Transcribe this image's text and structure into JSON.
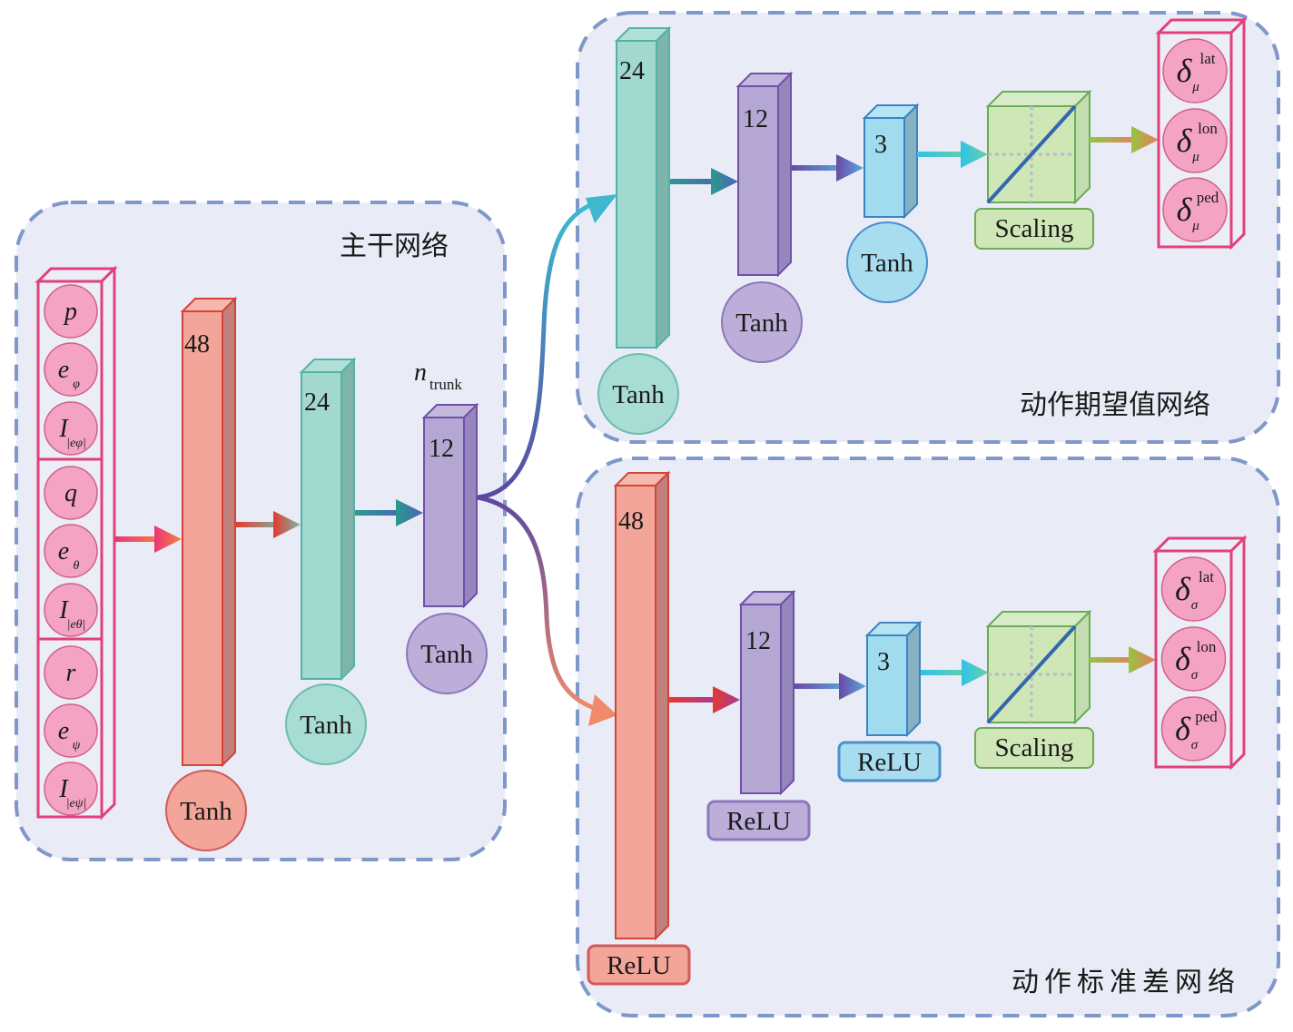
{
  "title": "Actor network architecture: trunk network with mean and standard deviation heads",
  "colors": {
    "panel_fill": "#e9ecf6",
    "panel_border": "#7f97c9",
    "pink_node": "#f4a4c2",
    "pink_border": "#e2407a",
    "salmon": "#f4a59a",
    "teal": "#a1d9cf",
    "purple": "#b5a7d4",
    "lightblue": "#a0dcee",
    "green": "#cfe6b6"
  },
  "panels": {
    "trunk": {
      "label": "主干网络"
    },
    "mean": {
      "label": "动作期望值网络"
    },
    "std": {
      "label": "动作标准差网络"
    }
  },
  "inputs": {
    "groups": [
      [
        {
          "base": "p",
          "sub": ""
        },
        {
          "base": "e",
          "sub": "φ"
        },
        {
          "base": "I",
          "sub": "|eφ|"
        }
      ],
      [
        {
          "base": "q",
          "sub": ""
        },
        {
          "base": "e",
          "sub": "θ"
        },
        {
          "base": "I",
          "sub": "|eθ|"
        }
      ],
      [
        {
          "base": "r",
          "sub": ""
        },
        {
          "base": "e",
          "sub": "ψ"
        },
        {
          "base": "I",
          "sub": "|eψ|"
        }
      ]
    ]
  },
  "trunk_layers": [
    {
      "units": "48",
      "activation": "Tanh",
      "color": "salmon"
    },
    {
      "units": "24",
      "activation": "Tanh",
      "color": "teal"
    },
    {
      "units": "12",
      "activation": "Tanh",
      "color": "purple",
      "annotation_base": "n",
      "annotation_sub": "trunk"
    }
  ],
  "mean_layers": [
    {
      "units": "24",
      "activation": "Tanh",
      "color": "teal"
    },
    {
      "units": "12",
      "activation": "Tanh",
      "color": "purple"
    },
    {
      "units": "3",
      "activation": "Tanh",
      "color": "lightblue"
    }
  ],
  "std_layers": [
    {
      "units": "48",
      "activation": "ReLU",
      "color": "salmon"
    },
    {
      "units": "12",
      "activation": "ReLU",
      "color": "purple"
    },
    {
      "units": "3",
      "activation": "ReLU",
      "color": "lightblue"
    }
  ],
  "scaling": {
    "label": "Scaling"
  },
  "mean_outputs": [
    {
      "base": "δ",
      "sup": "lat",
      "sub": "μ"
    },
    {
      "base": "δ",
      "sup": "lon",
      "sub": "μ"
    },
    {
      "base": "δ",
      "sup": "ped",
      "sub": "μ"
    }
  ],
  "std_outputs": [
    {
      "base": "δ",
      "sup": "lat",
      "sub": "σ"
    },
    {
      "base": "δ",
      "sup": "lon",
      "sub": "σ"
    },
    {
      "base": "δ",
      "sup": "ped",
      "sub": "σ"
    }
  ]
}
